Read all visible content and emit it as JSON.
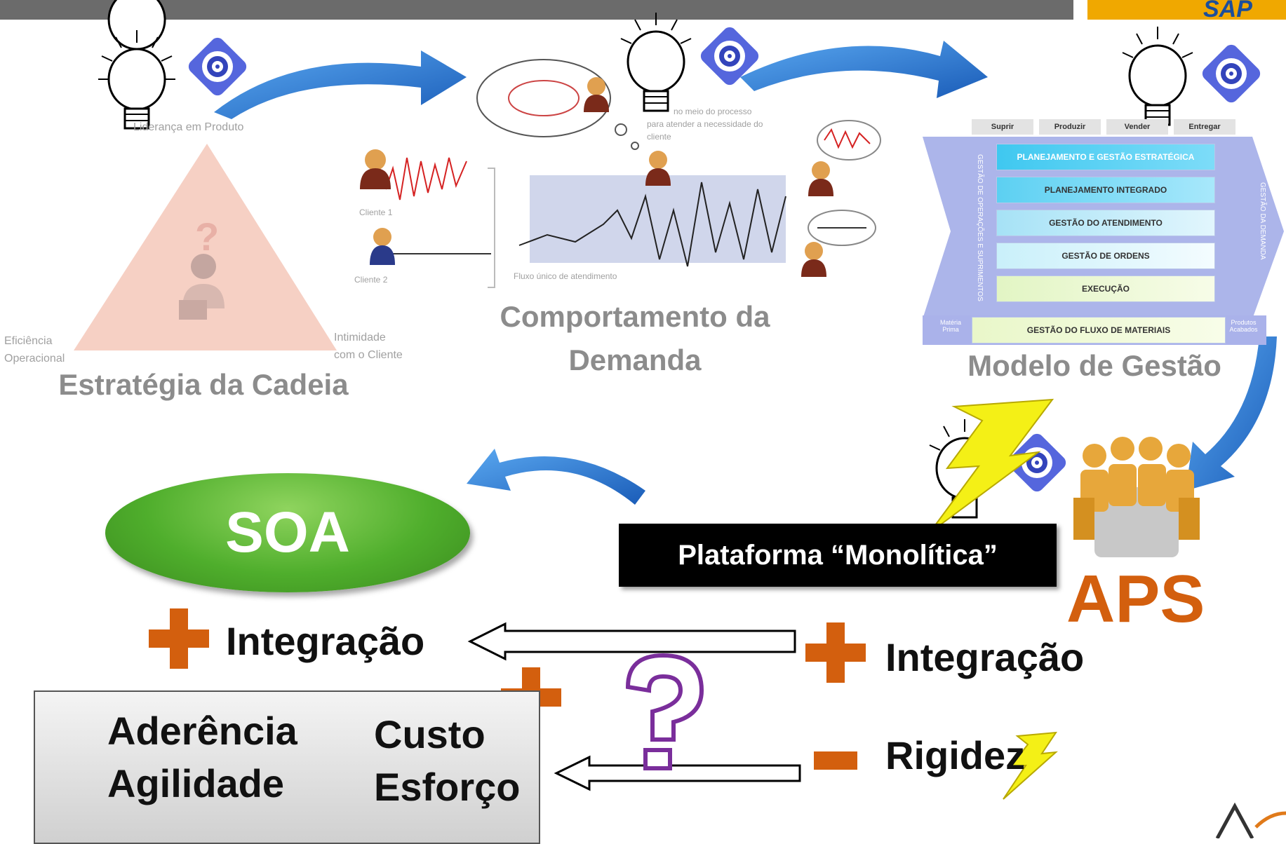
{
  "header": {
    "logo_text": "SAP"
  },
  "strategy": {
    "title": "Estratégia da Cadeia",
    "top_label": "Liderança em Produto",
    "left_label_1": "Eficiência",
    "left_label_2": "Operacional",
    "right_label_1": "Intimidade",
    "right_label_2": "com o Cliente",
    "question": "?"
  },
  "demand": {
    "title_1": "Comportamento da",
    "title_2": "Demanda",
    "client1": "Cliente 1",
    "client2": "Cliente 2",
    "flow_label": "Fluxo único de atendimento",
    "note_1": "no meio do processo",
    "note_2": "para atender a necessidade do",
    "note_3": "cliente"
  },
  "model": {
    "title": "Modelo de Gestão",
    "headers": [
      "Suprir",
      "Produzir",
      "Vender",
      "Entregar"
    ],
    "bands": [
      "PLANEJAMENTO E GESTÃO ESTRATÉGICA",
      "PLANEJAMENTO INTEGRADO",
      "GESTÃO DO ATENDIMENTO",
      "GESTÃO DE ORDENS",
      "EXECUÇÃO"
    ],
    "left_side": "GESTÃO DE OPERAÇÕES E SUPRIMENTOS",
    "right_side": "GESTÃO DA DEMANDA",
    "bottom_band": "GESTÃO DO FLUXO DE MATERIAIS",
    "bottom_left": "Matéria Prima",
    "bottom_right": "Produtos Acabados"
  },
  "soa": {
    "label": "SOA"
  },
  "platform": {
    "label": "Plataforma “Monolítica”"
  },
  "aps": {
    "label": "APS"
  },
  "left_side": {
    "plus_symbol": "+",
    "integration": "Integração",
    "up_items": [
      "Aderência",
      "Agilidade"
    ],
    "down_items": [
      "Custo",
      "Esforço"
    ]
  },
  "right_side": {
    "plus_symbol": "+",
    "integration": "Integração",
    "minus_symbol": "−",
    "rigidity": "Rigidez"
  },
  "center": {
    "question": "?"
  },
  "colors": {
    "accent_orange": "#d35f0e",
    "soa_green": "#4fae2c",
    "arrow_blue": "#1f6fc9",
    "lightning_yellow": "#f4f016",
    "question_purple": "#7a2e9b"
  }
}
